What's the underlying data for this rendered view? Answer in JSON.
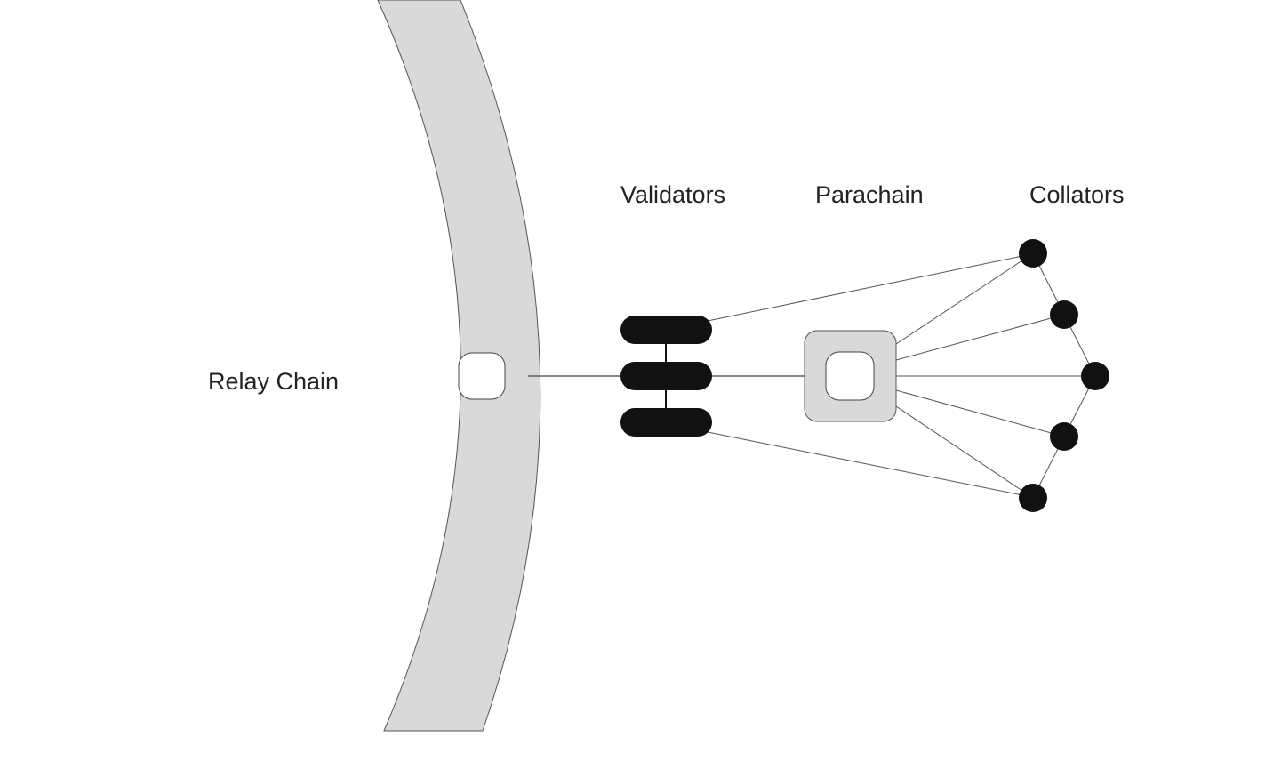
{
  "labels": {
    "relay_chain": "Relay Chain",
    "validators": "Validators",
    "parachain": "Parachain",
    "collators": "Collators"
  },
  "colors": {
    "band_fill": "#d9d9d9",
    "node_fill": "#111111",
    "line": "#444444",
    "text": "#222222",
    "background": "#ffffff"
  },
  "counts": {
    "validators": 3,
    "collators": 5
  }
}
